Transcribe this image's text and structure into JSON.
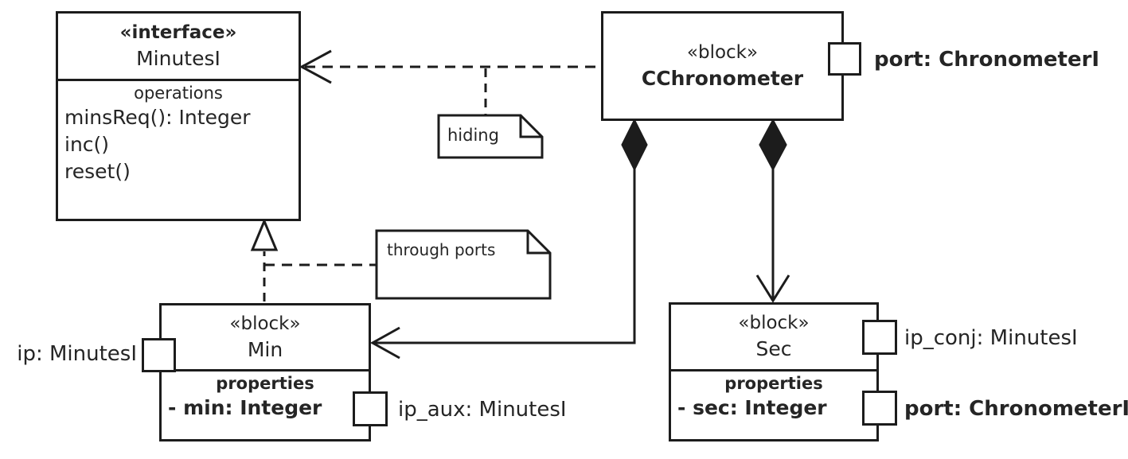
{
  "diagram": {
    "minutesi": {
      "stereotype": "«interface»",
      "name": "MinutesI",
      "compartment": "operations",
      "operations": [
        "minsReq(): Integer",
        "inc()",
        "reset()"
      ]
    },
    "cchronometer": {
      "stereotype": "«block»",
      "name": "CChronometer",
      "port_label": "port: ChronometerI"
    },
    "min": {
      "stereotype": "«block»",
      "name": "Min",
      "compartment": "properties",
      "property": "- min: Integer",
      "port_ip_label": "ip: MinutesI",
      "port_ip_aux_label": "ip_aux: MinutesI"
    },
    "sec": {
      "stereotype": "«block»",
      "name": "Sec",
      "compartment": "properties",
      "property": "- sec: Integer",
      "port_ip_conj_label": "ip_conj: MinutesI",
      "port_label": "port: ChronometerI"
    },
    "notes": {
      "hiding": "hiding",
      "through_ports": "through ports"
    },
    "colors": {
      "line": "#1c1c1c",
      "background": "#ffffff"
    }
  }
}
